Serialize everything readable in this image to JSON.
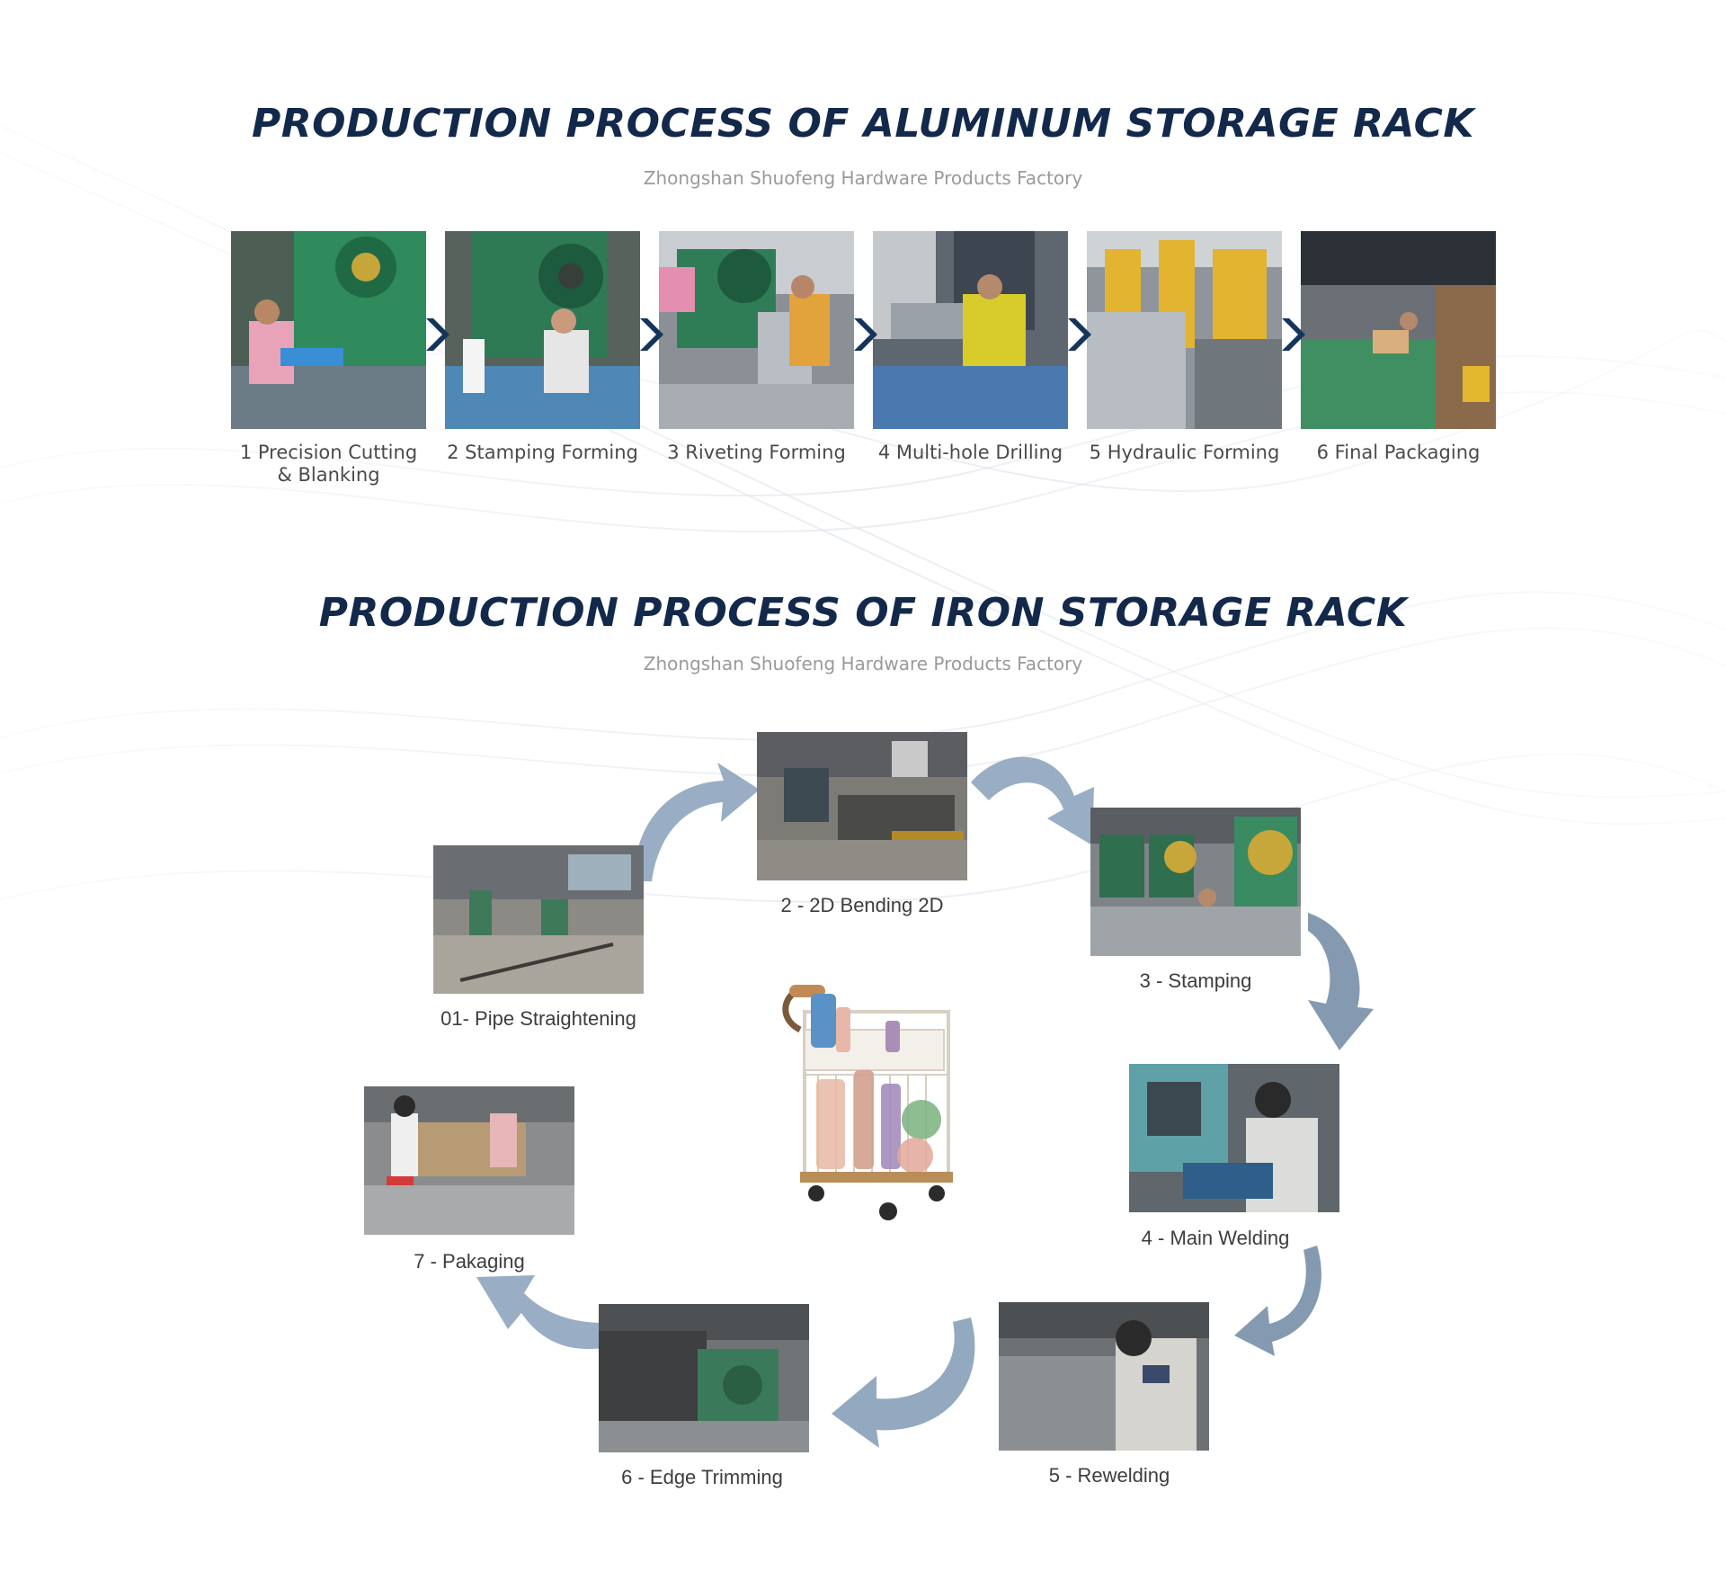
{
  "aluminum": {
    "title": "PRODUCTION PROCESS OF ALUMINUM STORAGE RACK",
    "subtitle": "Zhongshan Shuofeng Hardware Products Factory",
    "steps": [
      {
        "label": "1 Precision Cutting\n& Blanking"
      },
      {
        "label": "2 Stamping Forming"
      },
      {
        "label": "3 Riveting Forming"
      },
      {
        "label": "4 Multi-hole Drilling"
      },
      {
        "label": "5 Hydraulic Forming"
      },
      {
        "label": "6 Final Packaging"
      }
    ]
  },
  "iron": {
    "title": "PRODUCTION PROCESS OF IRON STORAGE RACK",
    "subtitle": "Zhongshan Shuofeng Hardware Products Factory",
    "steps": [
      {
        "label": "01- Pipe Straightening"
      },
      {
        "label": "2 - 2D Bending 2D"
      },
      {
        "label": "3 - Stamping"
      },
      {
        "label": "4 - Main Welding"
      },
      {
        "label": "5 - Rewelding"
      },
      {
        "label": "6 - Edge Trimming"
      },
      {
        "label": "7 - Pakaging"
      }
    ]
  },
  "colors": {
    "title": "#13294b",
    "subtitle": "#9a9a9a",
    "caption": "#4a4a4a",
    "chevron": "#15345c",
    "cycle_arrow": "#7f9ab5"
  },
  "icons": {
    "process_arrow": "chevron-right-icon",
    "cycle_arrow": "curved-arrow-icon"
  }
}
